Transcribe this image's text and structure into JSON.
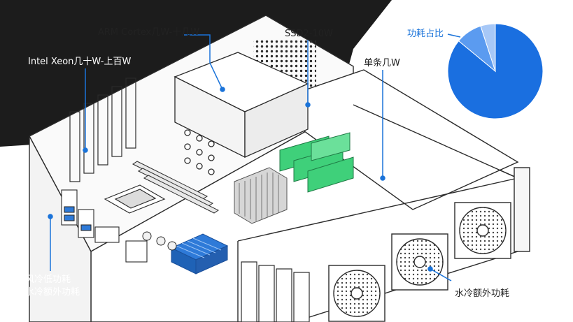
{
  "labels": {
    "arm": "ARM Cortex几W-十几W",
    "ssd": "SSD2-10W",
    "xeon": "Intel Xeon几十W-上百W",
    "dimm": "单条几W",
    "cooling_1": "风冷低功耗",
    "cooling_2": "水冷额外功耗",
    "fan": "水冷额外功耗",
    "pie_title": "功耗占比"
  },
  "colors": {
    "accent": "#1a73d9",
    "dark_background": "#1c1c1c",
    "heatsink_blue": "#2e7ad8",
    "connector_green": "#3fd07a",
    "pie_main": "#1a6fe0",
    "pie_mid": "#5b9bf0",
    "pie_light": "#a7c8f7"
  },
  "chart_data": {
    "type": "pie",
    "title": "功耗占比",
    "values": [
      0.86,
      0.09,
      0.05
    ]
  }
}
